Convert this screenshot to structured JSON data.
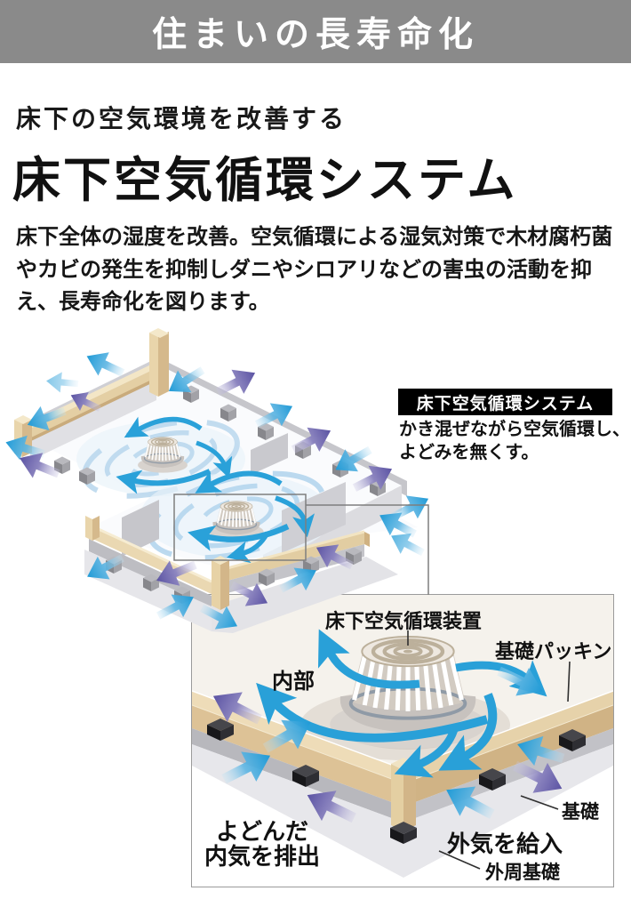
{
  "banner": {
    "title": "住まいの長寿命化"
  },
  "intro": {
    "subtitle": "床下の空気環境を改善する",
    "title": "床下空気循環システム",
    "paragraph": "床下全体の湿度を改善。空気循環による湿気対策で木材腐朽菌やカビの発生を抑制しダニやシロアリなどの害虫の活動を抑え、長寿命化を図ります。"
  },
  "overview_diagram": {
    "callout_title": "床下空気循環システム",
    "caption_line1": "かき混ぜながら空気循環し、",
    "caption_line2": "よどみを無くす。"
  },
  "detail_diagram": {
    "device_label": "床下空気循環装置",
    "packing_label": "基礎パッキン",
    "interior_label": "内部",
    "exhaust_line1": "よどんだ",
    "exhaust_line2": "内気を排出",
    "intake_label": "外気を給入",
    "foundation_label": "基礎",
    "perimeter_label": "外周基礎"
  },
  "colors": {
    "banner_bg": "#8a8a8a",
    "callout_bg": "#000000",
    "arrow_blue": "#2aa1d9",
    "arrow_purple": "#5f57a5",
    "wood_beam": "#e8d6af",
    "concrete": "#c6c6cb",
    "swirl_blue": "#b5d6ee"
  }
}
